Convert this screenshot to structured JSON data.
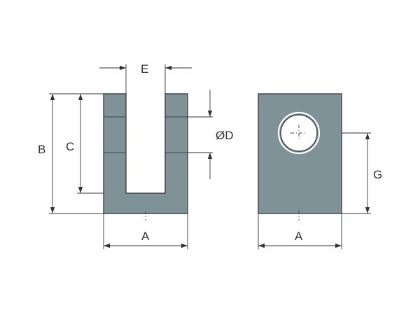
{
  "labels": {
    "e": "E",
    "d": "ØD",
    "b": "B",
    "c": "C",
    "a_left": "A",
    "a_right": "A",
    "g": "G"
  },
  "colors": {
    "part_fill": "#7f9298",
    "outline": "#3d4548",
    "dimension": "#333333",
    "background": "#ffffff"
  }
}
